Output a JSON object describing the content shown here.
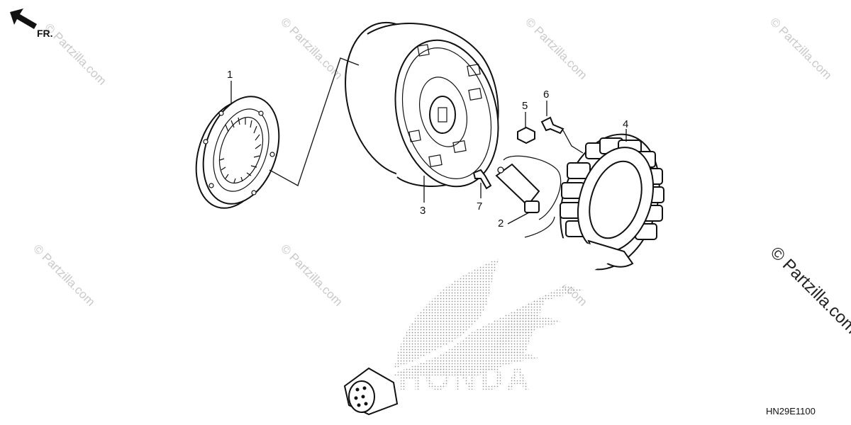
{
  "direction": {
    "label": "FR.",
    "icon": "front-arrow-icon"
  },
  "callouts": [
    {
      "number": "1"
    },
    {
      "number": "2"
    },
    {
      "number": "3"
    },
    {
      "number": "4"
    },
    {
      "number": "5"
    },
    {
      "number": "6"
    },
    {
      "number": "7"
    }
  ],
  "watermark": {
    "text": "© Partzilla.com",
    "large_text": "© Partzilla.com"
  },
  "background_logo": {
    "text": "HONDA",
    "icon": "honda-wing-logo"
  },
  "diagram_code": "HN29E1100",
  "colors": {
    "line": "#111111",
    "watermark": "#c9c9c9",
    "logo_dots": "#9a9a9a"
  }
}
